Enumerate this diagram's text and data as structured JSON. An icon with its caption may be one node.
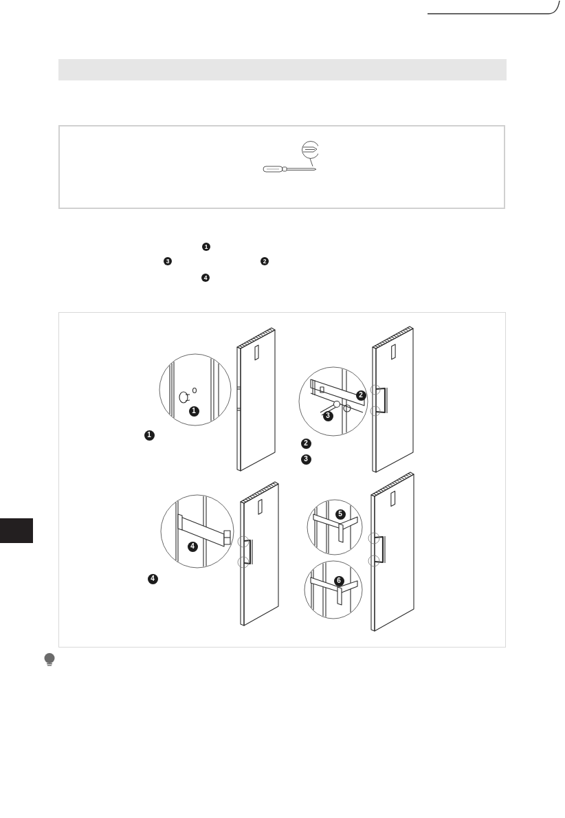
{
  "diagram": {
    "labels": [
      "1",
      "3",
      "2",
      "4",
      "1",
      "1",
      "2",
      "3",
      "2",
      "3",
      "4",
      "4",
      "5",
      "6"
    ]
  }
}
